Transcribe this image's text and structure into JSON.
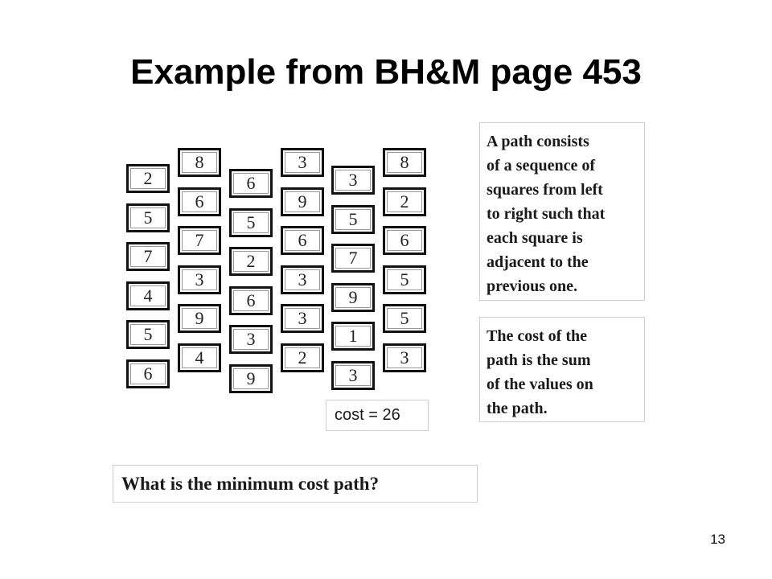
{
  "title": "Example from BH&M page 453",
  "grid": {
    "columns": [
      [
        2,
        5,
        7,
        4,
        5,
        6
      ],
      [
        8,
        6,
        7,
        3,
        9,
        4
      ],
      [
        6,
        5,
        2,
        6,
        3,
        9
      ],
      [
        3,
        9,
        6,
        3,
        3,
        2
      ],
      [
        3,
        5,
        7,
        9,
        1,
        3
      ],
      [
        8,
        2,
        6,
        5,
        5,
        3
      ]
    ]
  },
  "path_description": [
    "A path consists",
    "of a sequence of",
    "squares from left",
    "to right such that",
    "each square is",
    "adjacent to the",
    "previous one."
  ],
  "cost_description": [
    "The cost of the",
    "path is the sum",
    "of the values on",
    "the path."
  ],
  "cost_label": "cost = 26",
  "question": "What is the minimum cost path?",
  "slide_number": "13"
}
